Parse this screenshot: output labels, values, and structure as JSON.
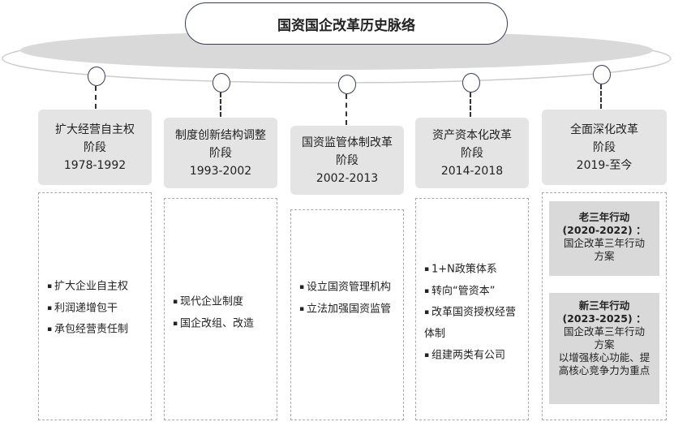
{
  "title": "国资国企改革历史脉络",
  "stages": [
    {
      "name": "扩大经营自主权",
      "label": "阶段",
      "years": "1978-1992",
      "items": [
        "扩大企业自主权",
        "利润递增包干",
        "承包经营责任制"
      ]
    },
    {
      "name": "制度创新结构调整",
      "label": "阶段",
      "years": "1993-2002",
      "items": [
        "现代企业制度",
        "国企改组、改造"
      ]
    },
    {
      "name": "国资监管体制改革",
      "label": "阶段",
      "years": "2002-2013",
      "items": [
        "设立国资管理机构",
        "立法加强国资监管"
      ]
    },
    {
      "name": "资产资本化改革",
      "label": "阶段",
      "years": "2014-2018",
      "items": [
        "1+N政策体系",
        "转向“管资本”",
        "改革国资授权经营体制",
        "组建两类有公司"
      ]
    },
    {
      "name": "全面深化改革",
      "label": "阶段",
      "years": "2019-至今",
      "actions": [
        {
          "title": "老三年行动",
          "period": "(2020-2022) ：",
          "desc": "国企改革三年行动方案",
          "note": ""
        },
        {
          "title": "新三年行动",
          "period": "(2023-2025) ：",
          "desc": "国企改革三年行动方案",
          "note": "以增强核心功能、提高核心竞争力为重点"
        }
      ]
    }
  ]
}
